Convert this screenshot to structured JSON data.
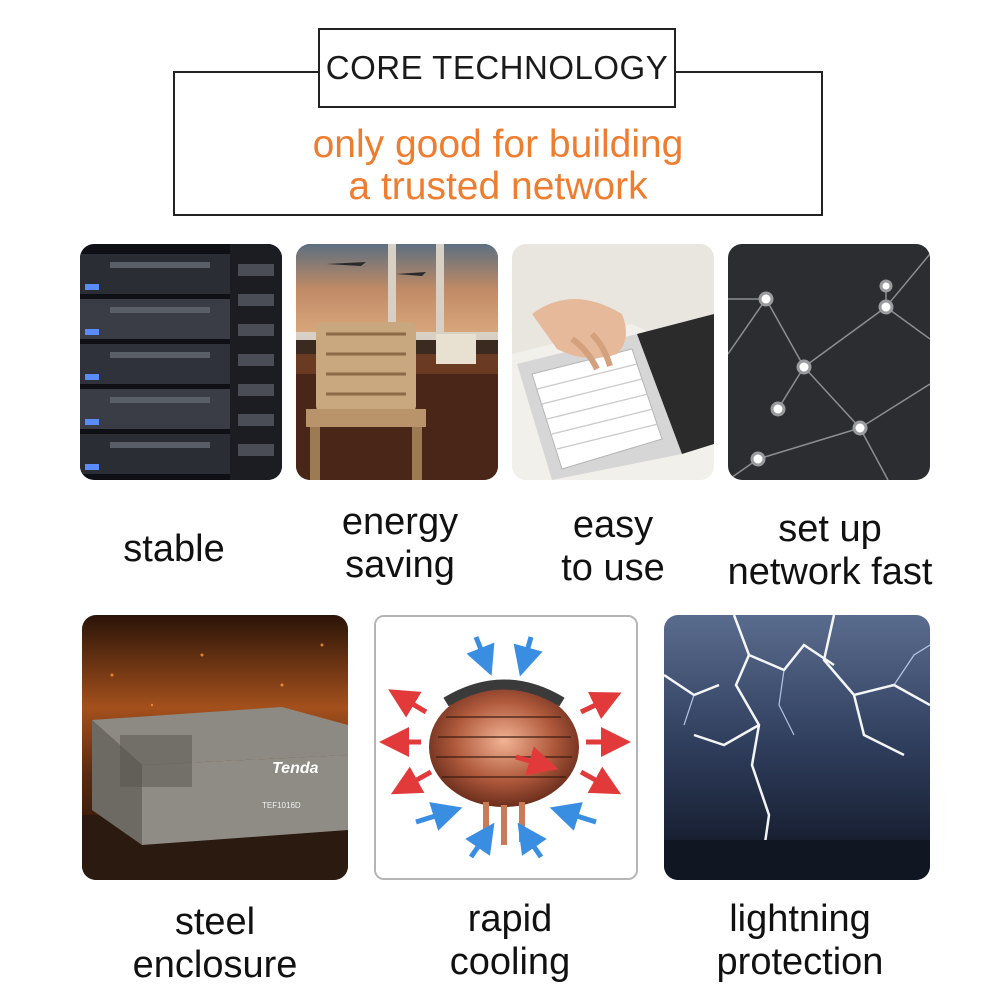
{
  "header": {
    "title": "CORE TECHNOLOGY",
    "tagline_line1": "only good for building",
    "tagline_line2": "a trusted network"
  },
  "features_row1": [
    {
      "icon": "server-rack-photo",
      "label_line1": "stable",
      "label_line2": ""
    },
    {
      "icon": "office-chair-desk-photo",
      "label_line1": "energy",
      "label_line2": "saving"
    },
    {
      "icon": "laptop-typing-photo",
      "label_line1": "easy",
      "label_line2": "to use"
    },
    {
      "icon": "network-nodes-graphic",
      "label_line1": "set up",
      "label_line2": "network fast"
    }
  ],
  "features_row2": [
    {
      "icon": "steel-switch-photo",
      "brand": "Tenda",
      "model": "TEF1016D",
      "label_line1": "steel",
      "label_line2": "enclosure"
    },
    {
      "icon": "heatsink-cooling-graphic",
      "label_line1": "rapid",
      "label_line2": "cooling"
    },
    {
      "icon": "lightning-storm-photo",
      "label_line1": "lightning",
      "label_line2": "protection"
    }
  ],
  "colors": {
    "accent": "#ee7d30",
    "text": "#111111",
    "border": "#222222"
  }
}
